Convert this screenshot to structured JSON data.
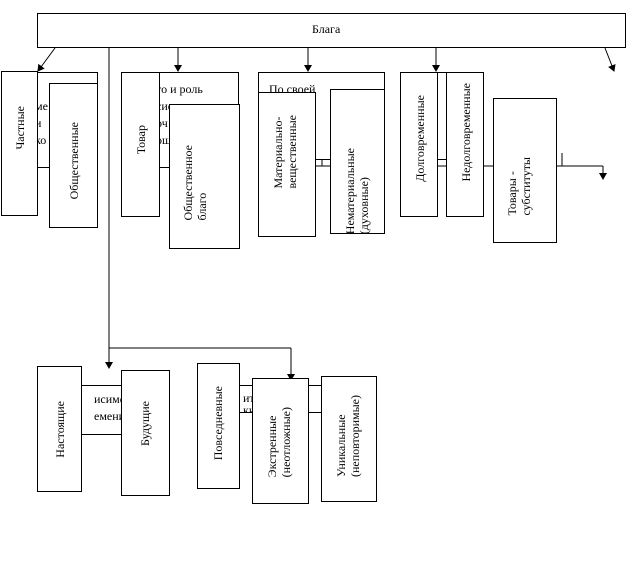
{
  "root": {
    "label": "Блага"
  },
  "groups": {
    "g1_fragment": "ме\nи\nко",
    "g2_fragment": "то и роль\nсисте\nоч\nош",
    "g3_fragment": "По своей\nнц\nен",
    "g4_fragment": "то",
    "g5_fragment": "исимо\nемени",
    "g6_fragment": "ите\nкн"
  },
  "items": {
    "chastnye": "Частные",
    "obshchestvennye": "Общественные",
    "tovar": "Товар",
    "obshchestvennoe_blago": "Общественное\nблаго",
    "materialnye": "Материально-\nвещественные",
    "nematerialnye": "Нематериальные\n(духовные)",
    "dolgovremennye": "Долговременные",
    "nedolgovremennye": "Недолговременные",
    "tovary_substituty": "Товары -\nсубституты",
    "nastoyashchie": "Настоящие",
    "budushchie": "Будущие",
    "povsednevnye": "Повседневные",
    "ekstrennye": "Экстренные\n(неотложные)",
    "unikalnye": "Уникальные\n(неповторимые)"
  }
}
